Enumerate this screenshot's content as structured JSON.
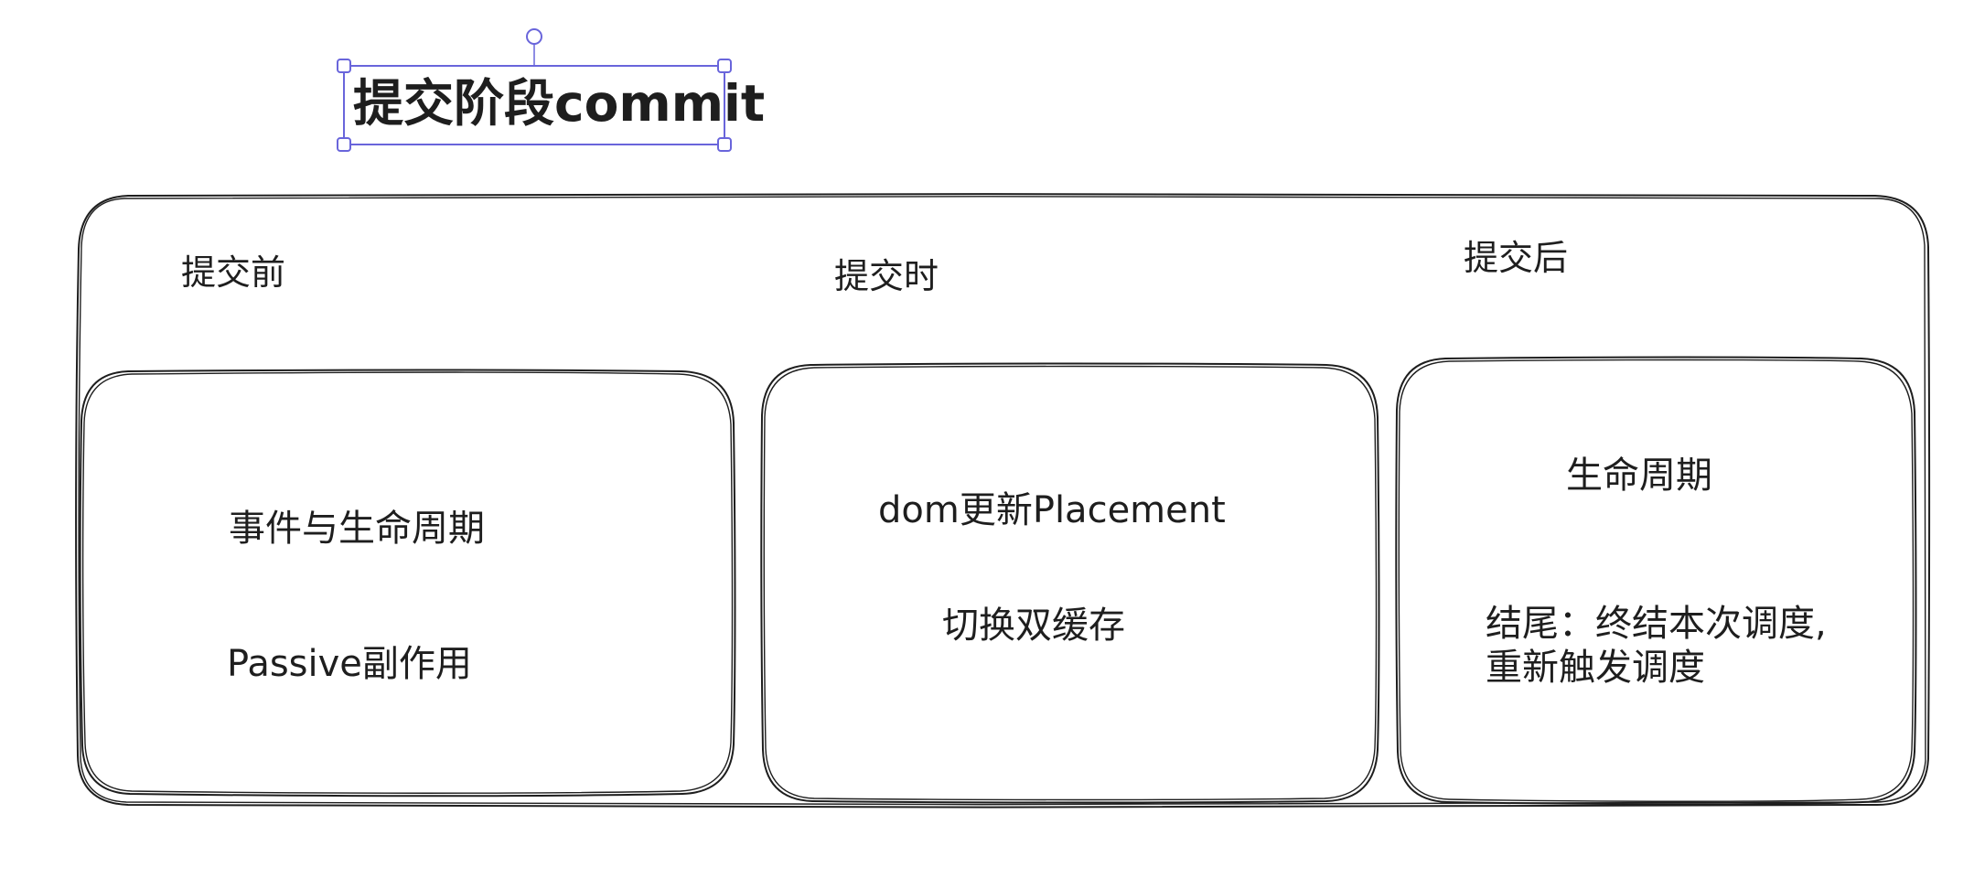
{
  "diagram": {
    "title": "提交阶段commit",
    "sections": [
      {
        "label": "提交前",
        "items": [
          "事件与生命周期",
          "Passive副作用"
        ]
      },
      {
        "label": "提交时",
        "items": [
          "dom更新Placement",
          "切换双缓存"
        ]
      },
      {
        "label": "提交后",
        "items": [
          "生命周期",
          "结尾：终结本次调度,\n重新触发调度"
        ]
      }
    ]
  },
  "colors": {
    "stroke": "#1e1e1e",
    "selection": "#6965db",
    "background": "#ffffff"
  }
}
